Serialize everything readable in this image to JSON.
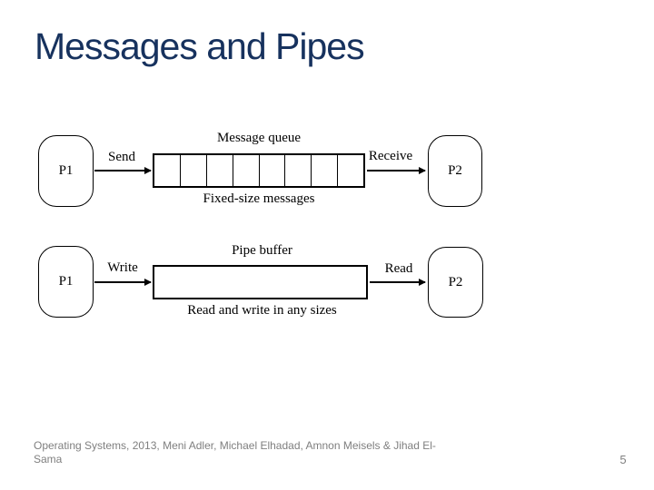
{
  "title": "Messages and Pipes",
  "colors": {
    "title_navy": "#17325E",
    "footer_gray": "#7F7F7F",
    "diagram_ink": "#000000"
  },
  "diagrams": {
    "message_queue": {
      "left_process": "P1",
      "right_process": "P2",
      "in_arrow_label": "Send",
      "out_arrow_label": "Receive",
      "buffer_caption": "Message queue",
      "note": "Fixed-size messages",
      "cells": 8
    },
    "pipe": {
      "left_process": "P1",
      "right_process": "P2",
      "in_arrow_label": "Write",
      "out_arrow_label": "Read",
      "buffer_caption": "Pipe buffer",
      "note": "Read and write in any sizes",
      "cells": 1
    }
  },
  "footer": {
    "credits_line1": "Operating Systems, 2013, Meni Adler, Michael Elhadad, Amnon Meisels & Jihad El-",
    "credits_line2": "Sama",
    "page_number": "5"
  }
}
